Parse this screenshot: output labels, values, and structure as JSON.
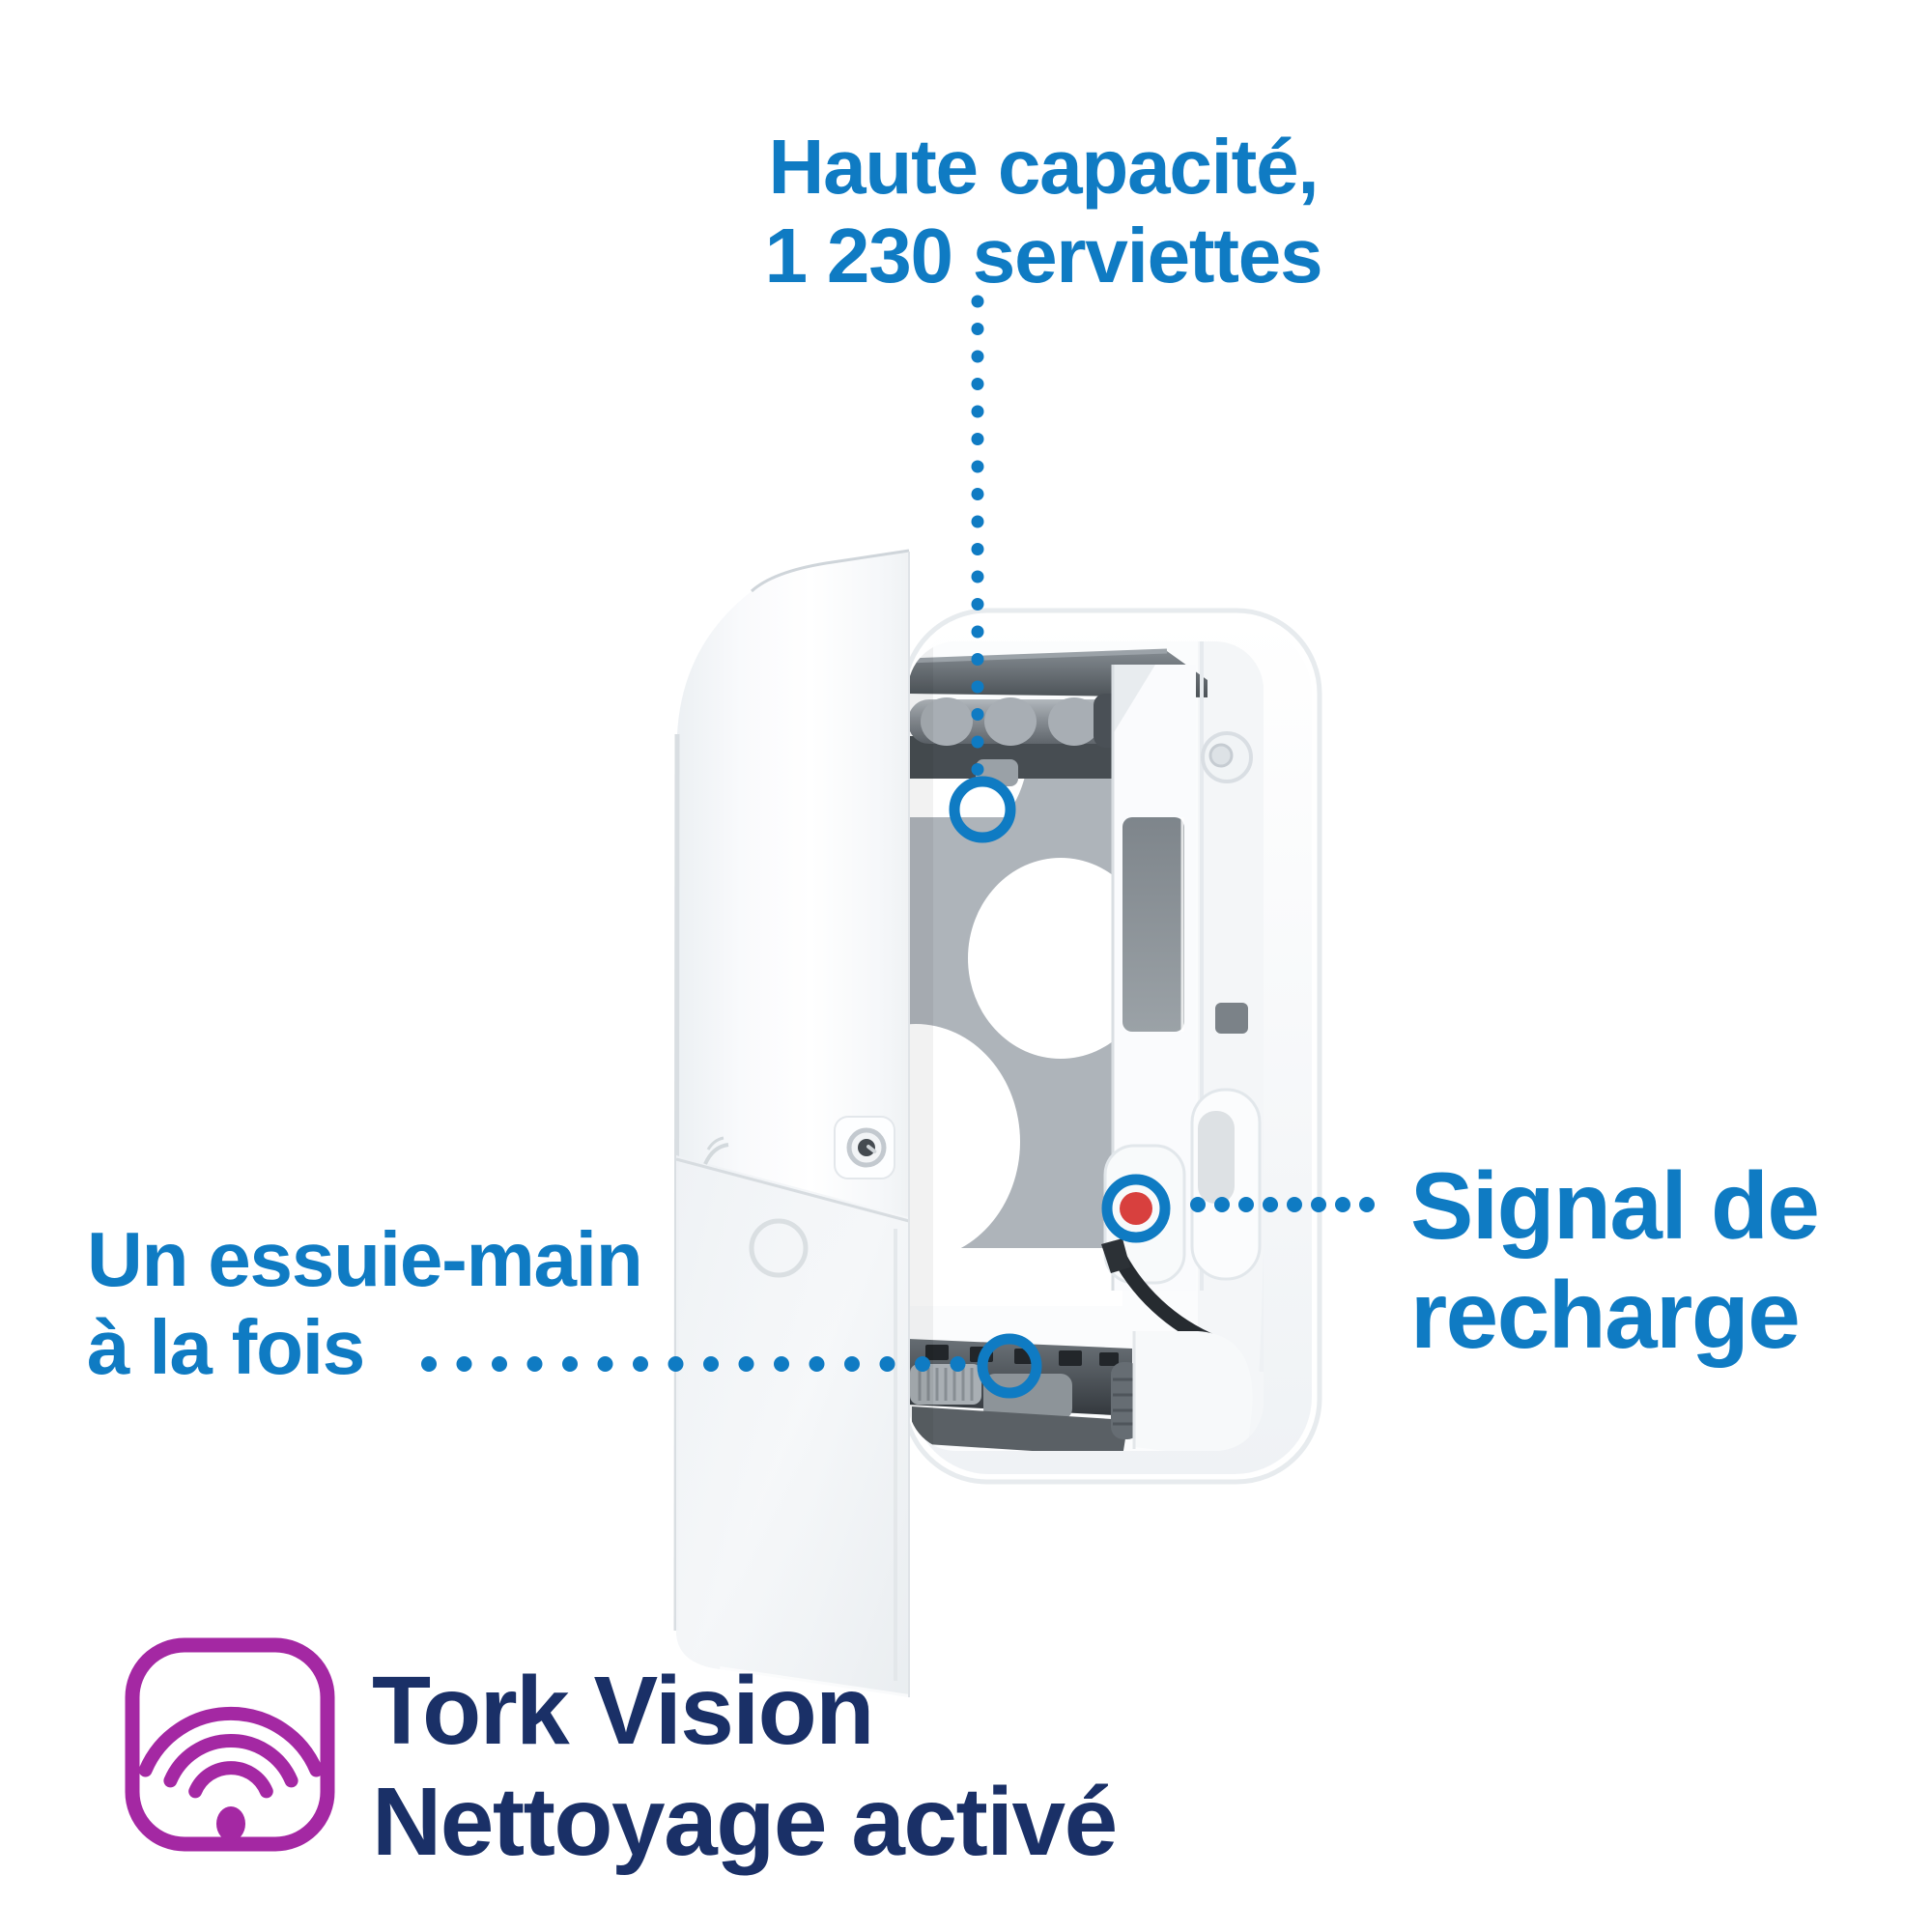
{
  "annotations": {
    "capacity": {
      "line1": "Haute capacité,",
      "line2": "1 230 serviettes"
    },
    "single_towel": {
      "line1": "Un essuie-main",
      "line2": "à la fois"
    },
    "refill_signal": {
      "line1": "Signal de",
      "line2": "recharge"
    },
    "vision": {
      "line1": "Tork Vision",
      "line2": "Nettoyage activé"
    }
  },
  "icons": {
    "badge": "wifi-icon",
    "markers": [
      "dotted-leader-line",
      "circle-highlight",
      "refill-indicator-dot"
    ]
  },
  "colors": {
    "annotation_blue": "#0f7bc3",
    "dark_navy": "#1a3067",
    "purple": "#a428a3",
    "refill_red": "#d8403e"
  }
}
